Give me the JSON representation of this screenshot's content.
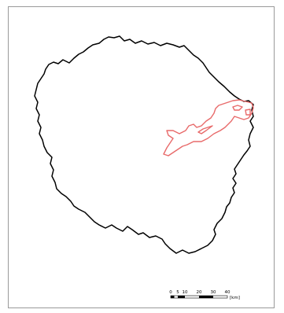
{
  "map": {
    "colors": {
      "boundary": "#000000",
      "highlight": "#e86a6a",
      "frame": "#9a9a9a"
    },
    "scale_bar": {
      "labels": [
        "0",
        "5",
        "10",
        "20",
        "30",
        "40"
      ],
      "unit": "[km]"
    }
  }
}
